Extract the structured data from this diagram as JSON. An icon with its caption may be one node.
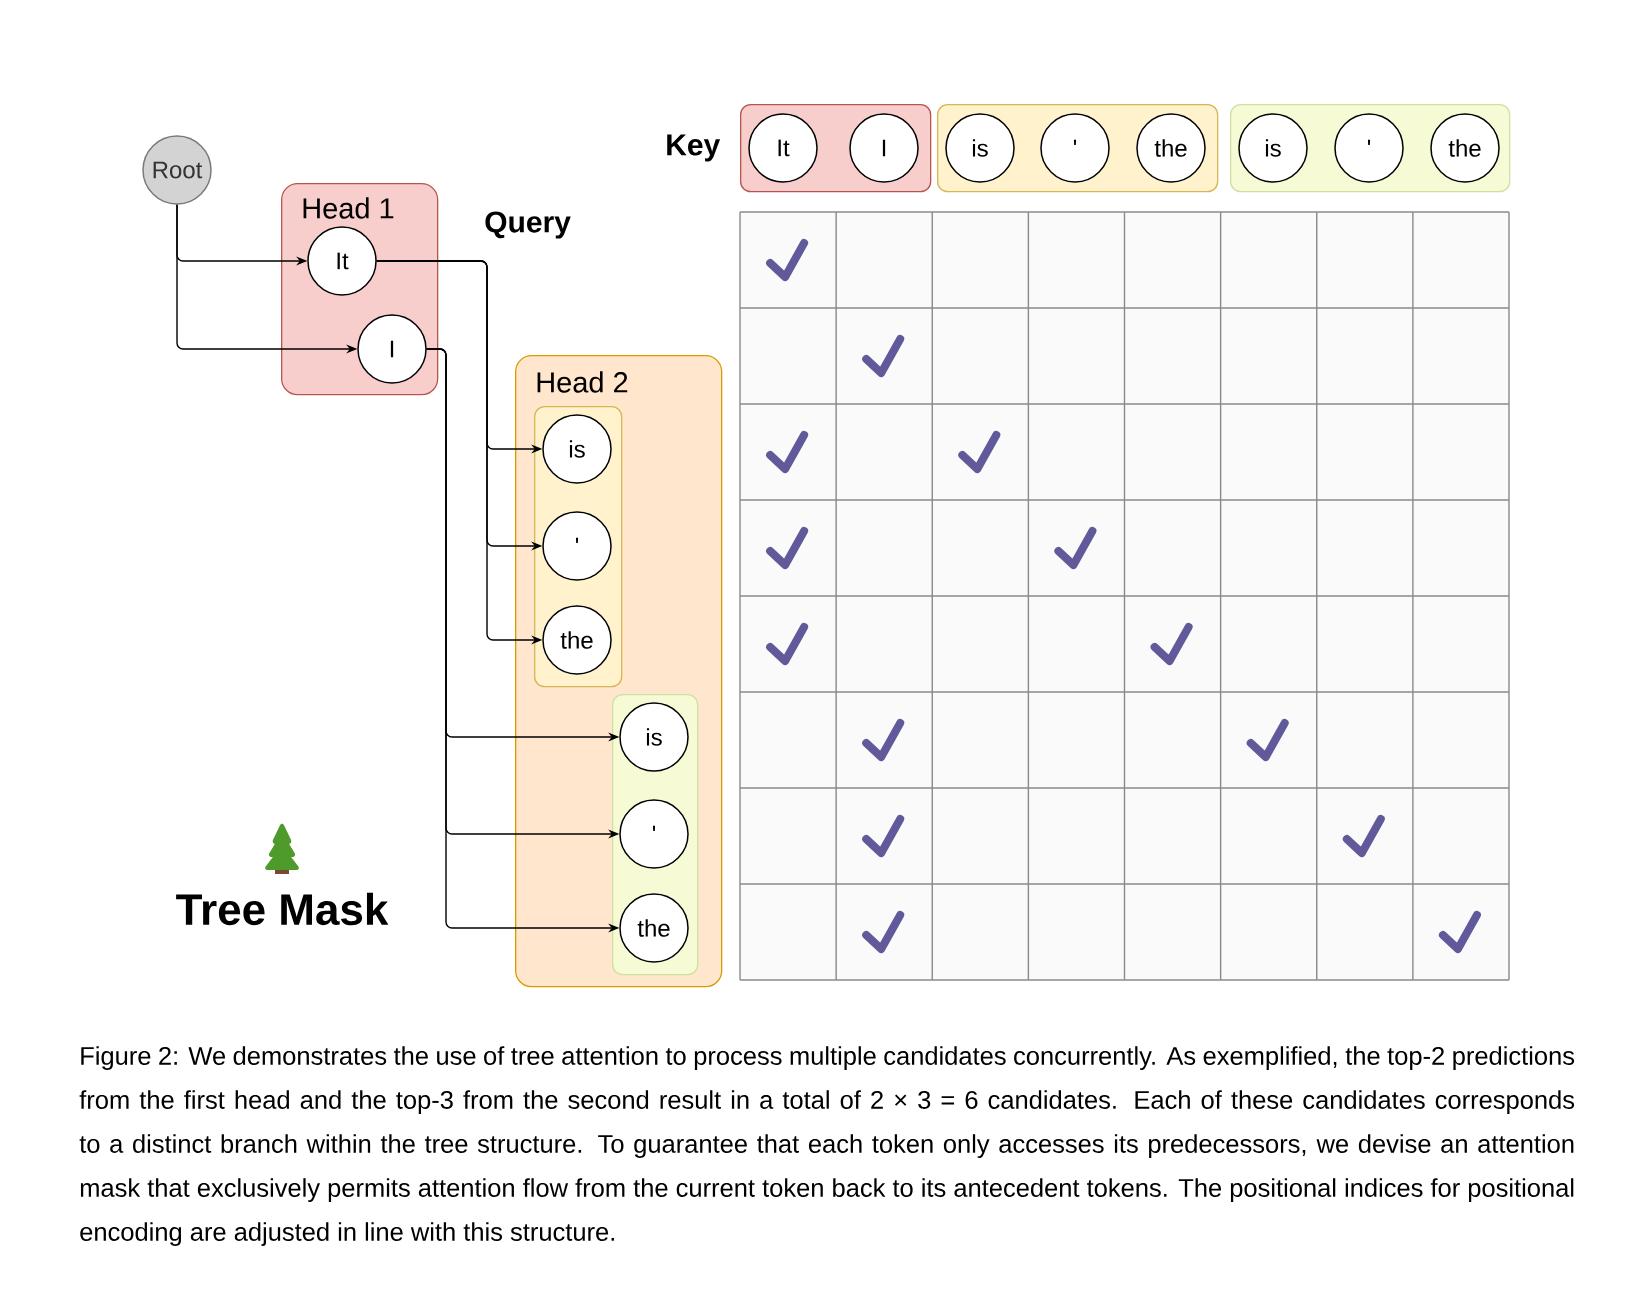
{
  "diagram": {
    "title": "Tree Mask",
    "caption": "Figure 2: We demonstrates the use of tree attention to process multiple candidates concurrently. As exemplified, the top-2 predictions from the first head and the top-3 from the second result in a total of 2 × 3 = 6 candidates. Each of these candidates corresponds to a distinct branch within the tree structure. To guarantee that each token only accesses its predecessors, we devise an attention mask that exclusively permits attention flow from the current token back to its antecedent tokens. The positional indices for positional encoding are adjusted in line with this structure.",
    "nodes": [
      {
        "text": [
          "Root"
        ]
      },
      {
        "text": [
          "Head 1"
        ]
      },
      {
        "text": [
          "It"
        ],
        "in": 1
      },
      {
        "text": [
          "I"
        ],
        "in": 1
      },
      {
        "text": [
          "Head 2"
        ]
      },
      {
        "text": [],
        "shape": "box",
        "in": 4
      },
      {
        "text": [
          "is"
        ],
        "in": 5
      },
      {
        "text": [
          "'"
        ],
        "in": 5
      },
      {
        "text": [
          "the"
        ],
        "in": 5
      },
      {
        "text": [],
        "shape": "box",
        "in": 4
      },
      {
        "text": [
          "is"
        ],
        "in": 9
      },
      {
        "text": [
          "'"
        ],
        "in": 9
      },
      {
        "text": [
          "the"
        ],
        "in": 9
      },
      {
        "text": [],
        "shape": "box"
      },
      {
        "text": [
          "It"
        ],
        "in": 13
      },
      {
        "text": [
          "I"
        ],
        "in": 13
      },
      {
        "text": [],
        "shape": "box"
      },
      {
        "text": [
          "is"
        ],
        "in": 16
      },
      {
        "text": [
          "'"
        ],
        "in": 16
      },
      {
        "text": [
          "the"
        ],
        "in": 16
      },
      {
        "text": [],
        "shape": "box"
      },
      {
        "text": [
          "is"
        ],
        "in": 20
      },
      {
        "text": [
          "'"
        ],
        "in": 20
      },
      {
        "text": [
          "the"
        ],
        "in": 20
      }
    ],
    "edges": [
      {
        "from": 0,
        "to": 2,
        "arrow": "to"
      },
      {
        "from": 0,
        "to": 3,
        "arrow": "to"
      },
      {
        "from": 2,
        "to": 6,
        "arrow": "to"
      },
      {
        "from": 2,
        "to": 7,
        "arrow": "to"
      },
      {
        "from": 2,
        "to": 8,
        "arrow": "to"
      },
      {
        "from": 3,
        "to": 10,
        "arrow": "to"
      },
      {
        "from": 3,
        "to": 11,
        "arrow": "to"
      },
      {
        "from": 3,
        "to": 12,
        "arrow": "to"
      }
    ],
    "labels": [
      "Key",
      "Query"
    ]
  }
}
